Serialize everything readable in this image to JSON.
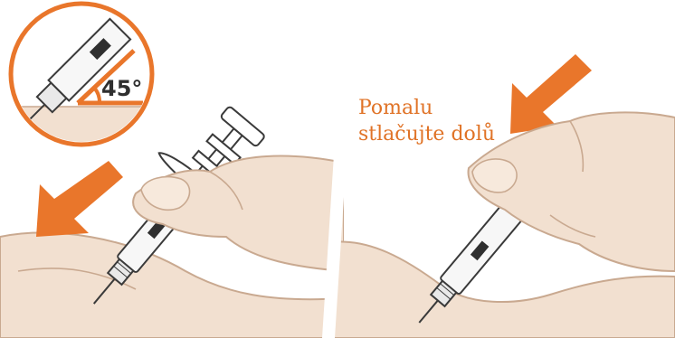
{
  "angle_label": "45°",
  "caption": {
    "line1": "Pomalu",
    "line2": "stlačujte dolů"
  },
  "colors": {
    "accent": "#e9762b",
    "skin": "#f2e0d0",
    "skin_line": "#c9a990",
    "outline": "#3a3a3a",
    "caption": "#e07327",
    "background": "#ffffff"
  },
  "icons": {
    "left_arrow": "arrow-down-left-icon",
    "right_arrow": "arrow-down-left-icon"
  }
}
